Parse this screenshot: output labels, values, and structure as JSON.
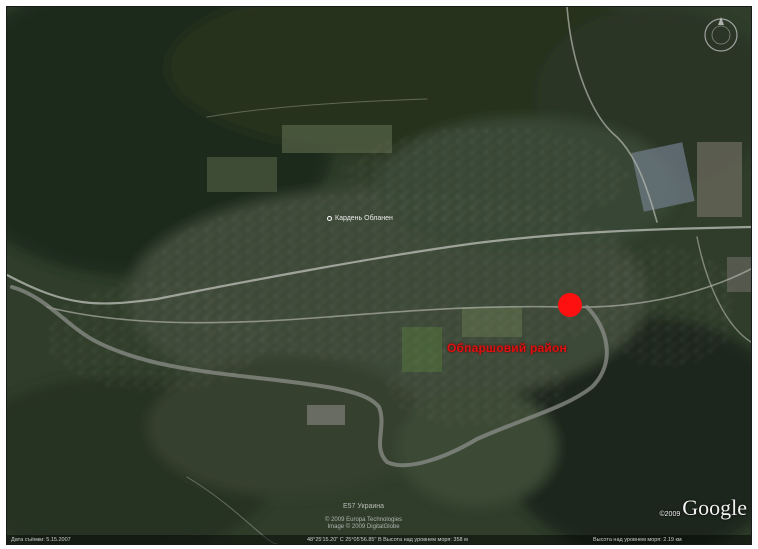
{
  "map": {
    "marker_label": "Обпаршовий район",
    "place_label": "Кардень Обланен",
    "road_label": "E57 Украина",
    "copyright_line1": "© 2009 Europa Technologies",
    "copyright_line2": "Image © 2009 DigitalGlobe",
    "logo_text": "Google",
    "logo_prefix": "©2009",
    "status_left": "Дата съёмки: 5.15.2007",
    "status_mid": "48°25'15.20\" С  25°05'56.85\" В  Высота над уровнем моря: 358 м",
    "status_right": "Высота над уровнем моря: 2.19 км",
    "colors": {
      "marker": "#ff1010",
      "label": "#e01010",
      "river": "#8c8f8a",
      "road": "#b7b9b1"
    },
    "icons": [
      "compass-icon",
      "location-marker-icon",
      "place-dot-icon"
    ]
  }
}
